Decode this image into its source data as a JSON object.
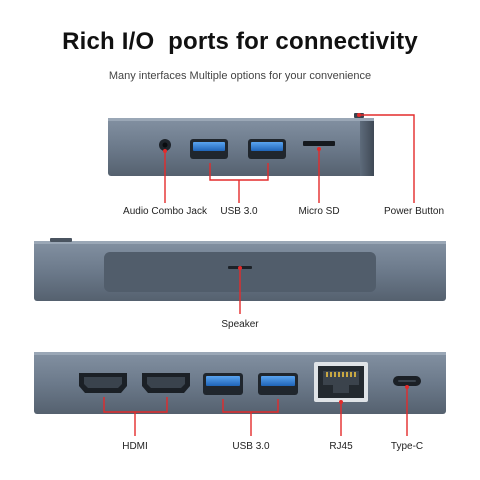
{
  "header": {
    "title": "Rich I/O  ports for connectivity",
    "subtitle": "Many interfaces Multiple options for your convenience"
  },
  "panels": {
    "top": {
      "labels": {
        "audio": "Audio Combo Jack",
        "usb": "USB 3.0",
        "microsd": "Micro SD",
        "power": "Power Button"
      }
    },
    "middle": {
      "labels": {
        "speaker": "Speaker"
      }
    },
    "bottom": {
      "labels": {
        "hdmi": "HDMI",
        "usb": "USB 3.0",
        "rj45": "RJ45",
        "typec": "Type-C"
      }
    }
  },
  "colors": {
    "device_body": "#6d7b8c",
    "device_dark": "#4f5b69",
    "usb_blue": "#2f7fd6",
    "callout_red": "#e32b2b"
  }
}
